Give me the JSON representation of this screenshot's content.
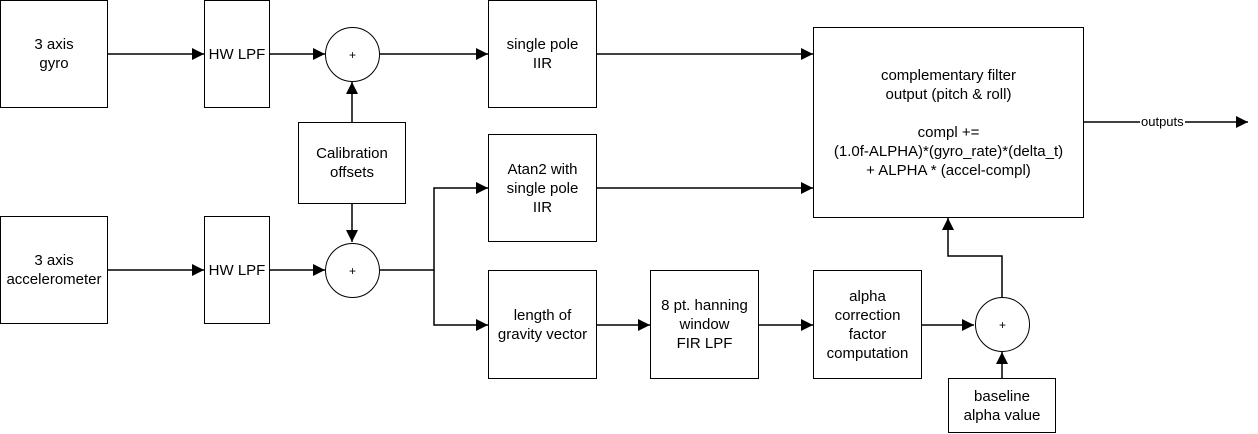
{
  "blocks": {
    "gyro": "3 axis\ngyro",
    "accelerometer": "3 axis\naccelerometer",
    "hw_lpf_gyro": "HW LPF",
    "hw_lpf_accel": "HW LPF",
    "calibration": "Calibration\noffsets",
    "iir_gyro": "single pole\nIIR",
    "atan2_iir": "Atan2 with\nsingle pole\nIIR",
    "gravity_length": "length of\ngravity vector",
    "hanning_fir": "8 pt. hanning\nwindow\nFIR LPF",
    "alpha_correction": "alpha\ncorrection\nfactor\ncomputation",
    "baseline_alpha": "baseline\nalpha value",
    "complementary": "complementary filter\noutput (pitch & roll)\n\ncompl +=\n(1.0f-ALPHA)*(gyro_rate)*(delta_t)\n+ ALPHA * (accel-compl)"
  },
  "summing_junctions": {
    "sum_gyro": "+",
    "sum_accel": "+",
    "sum_alpha": "+"
  },
  "edge_labels": {
    "outputs": "outputs"
  }
}
